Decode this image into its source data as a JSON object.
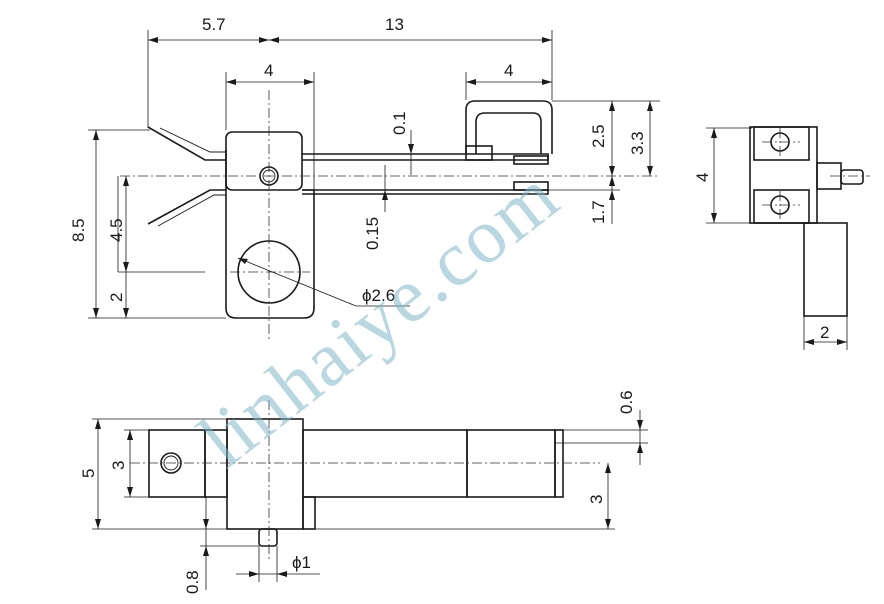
{
  "watermark": "linhaiye.com",
  "dimensions": {
    "top_5_7": "5.7",
    "top_13": "13",
    "top_4_left": "4",
    "top_4_right": "4",
    "v_0_1": "0.1",
    "v_2_5": "2.5",
    "v_3_3": "3.3",
    "v_0_15": "0.15",
    "v_1_7": "1.7",
    "v_8_5": "8.5",
    "v_4_5": "4.5",
    "v_2_left": "2",
    "dia_2_6": "ϕ2.6",
    "side_4": "4",
    "side_2": "2",
    "bot_5": "5",
    "bot_3_left": "3",
    "bot_0_6": "0.6",
    "bot_3_right": "3",
    "bot_0_8": "0.8",
    "dia_1": "ϕ1"
  }
}
